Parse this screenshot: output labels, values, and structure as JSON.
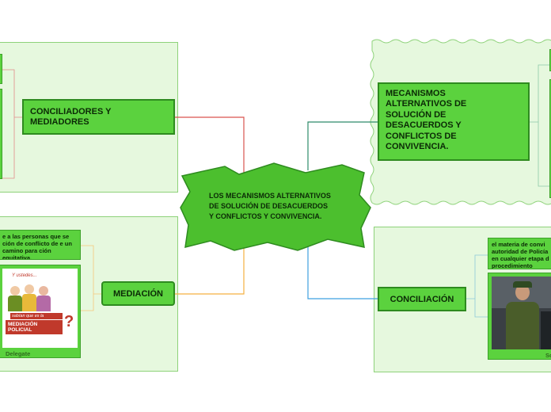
{
  "central": {
    "line1": "LOS MECANISMOS ALTERNATIVOS",
    "line2": "DE SOLUCIÓN DE DESACUERDOS",
    "line3": "Y CONFLICTOS Y CONVIVENCIA."
  },
  "nodes": {
    "conciliadores": "CONCILIADORES Y MEDIADORES",
    "mecanismos": "MECANISMOS ALTERNATIVOS DE SOLUCIÓN DE DESACUERDOS Y CONFLICTOS DE CONVIVENCIA.",
    "mediacion": "MEDIACIÓN",
    "conciliacion": "CONCILIACIÓN"
  },
  "notes": {
    "mediacion_text": "e a las personas que se ción de conflicto de e un camino para ción equitativa.",
    "conciliacion_text": "el materia de convi autoridad de Policía en cualquier etapa d procedimiento"
  },
  "images": {
    "mediacion_caption": "Delegate",
    "mediacion_img_top": "Y ustedes...",
    "mediacion_img_q": "sabían que es la",
    "mediacion_img_banner": "MEDIACIÓN POLICIAL",
    "conciliacion_caption": "Sc"
  },
  "colors": {
    "panel_fill": "#e6f8de",
    "node_fill": "#5bd23e",
    "line_red": "#d9534f",
    "line_teal": "#2e8b6a",
    "line_orange": "#f5b041",
    "line_blue": "#3fa0e0"
  }
}
